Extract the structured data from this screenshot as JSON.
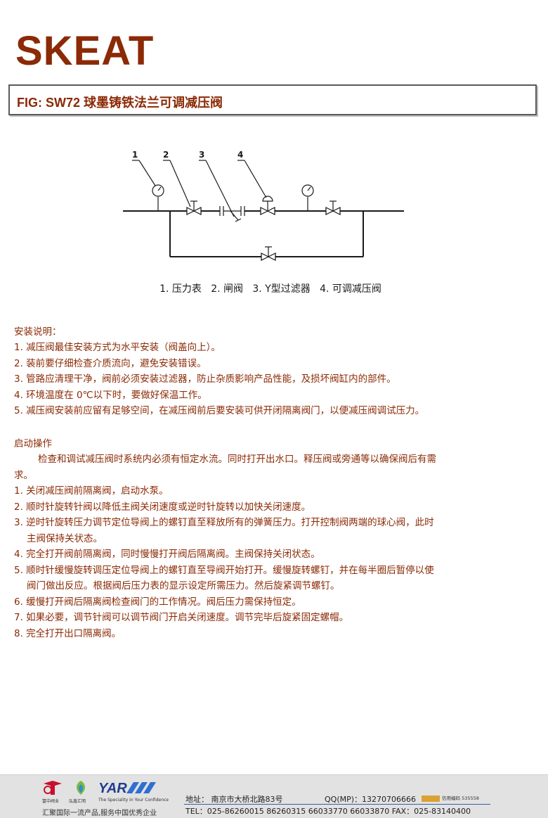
{
  "header": {
    "brand": "SKEAT",
    "title": "FIG: SW72 球墨铸铁法兰可调减压阀"
  },
  "diagram": {
    "numbers": [
      "1",
      "2",
      "3",
      "4"
    ],
    "caption": "1. 压力表   2. 闸阀   3. Y型过滤器   4. 可调减压阀"
  },
  "install": {
    "heading": "安装说明：",
    "items": [
      "1. 减压阀最佳安装方式为水平安装（阀盖向上）。",
      "2. 装前要仔细检查介质流向，避免安装错误。",
      "3. 管路应清理干净，阀前必须安装过滤器，防止杂质影响产品性能，及损坏阀缸内的部件。",
      "4. 环境温度在 0℃以下时，要做好保温工作。",
      "5. 减压阀安装前应留有足够空间，在减压阀前后要安装可供开闭隔离阀门，以便减压阀调试压力。"
    ]
  },
  "startup": {
    "heading": "启动操作",
    "intro": [
      "检查和调试减压阀时系统内必须有恒定水流。同时打开出水口。释压阀或旁通等以确保阀后有需",
      "求。"
    ],
    "items": [
      "1. 关闭减压阀前隔离阀，启动水泵。",
      "2. 顺时针旋转针阀以降低主阀关闭速度或逆时针旋转以加快关闭速度。",
      "3. 逆时针旋转压力调节定位导阀上的螺钉直至释放所有的弹簧压力。打开控制阀两端的球心阀，此时",
      "主阀保持关状态。",
      "4. 完全打开阀前隔离阀，同时慢慢打开阀后隔离阀。主阀保持关闭状态。",
      "5. 顺时针缓慢旋转调压定位导阀上的螺钉直至导阀开始打开。缓慢旋转螺钉，并在每半圈后暂停以使",
      "阀门做出反应。根据阀后压力表的显示设定所需压力。然后旋紧调节螺钉。",
      "6. 缓慢打开阀后隔离阀检查阀门的工作情况。阀后压力需保持恒定。",
      "7. 如果必要，调节针阀可以调节阀门开启关闭速度。调节完毕后旋紧固定螺帽。",
      "8. 完全打开出口隔离阀。"
    ]
  },
  "footer": {
    "logo1_caption": "富中阀业",
    "logo2_caption": "弘鑫汇明",
    "logo3_text": "YAR",
    "logo3_tagline": "The Speciality in Your Confidence",
    "slogan": "汇聚国际一流产品,服务中国优秀企业",
    "address": "地址：  南京市大桥北路83号",
    "qq": "QQ(MP)：13270706666",
    "credit": "信用编码 535558",
    "tel": "TEL：025-86260015 86260315 66033770 66033870  FAX：025-83140400"
  }
}
